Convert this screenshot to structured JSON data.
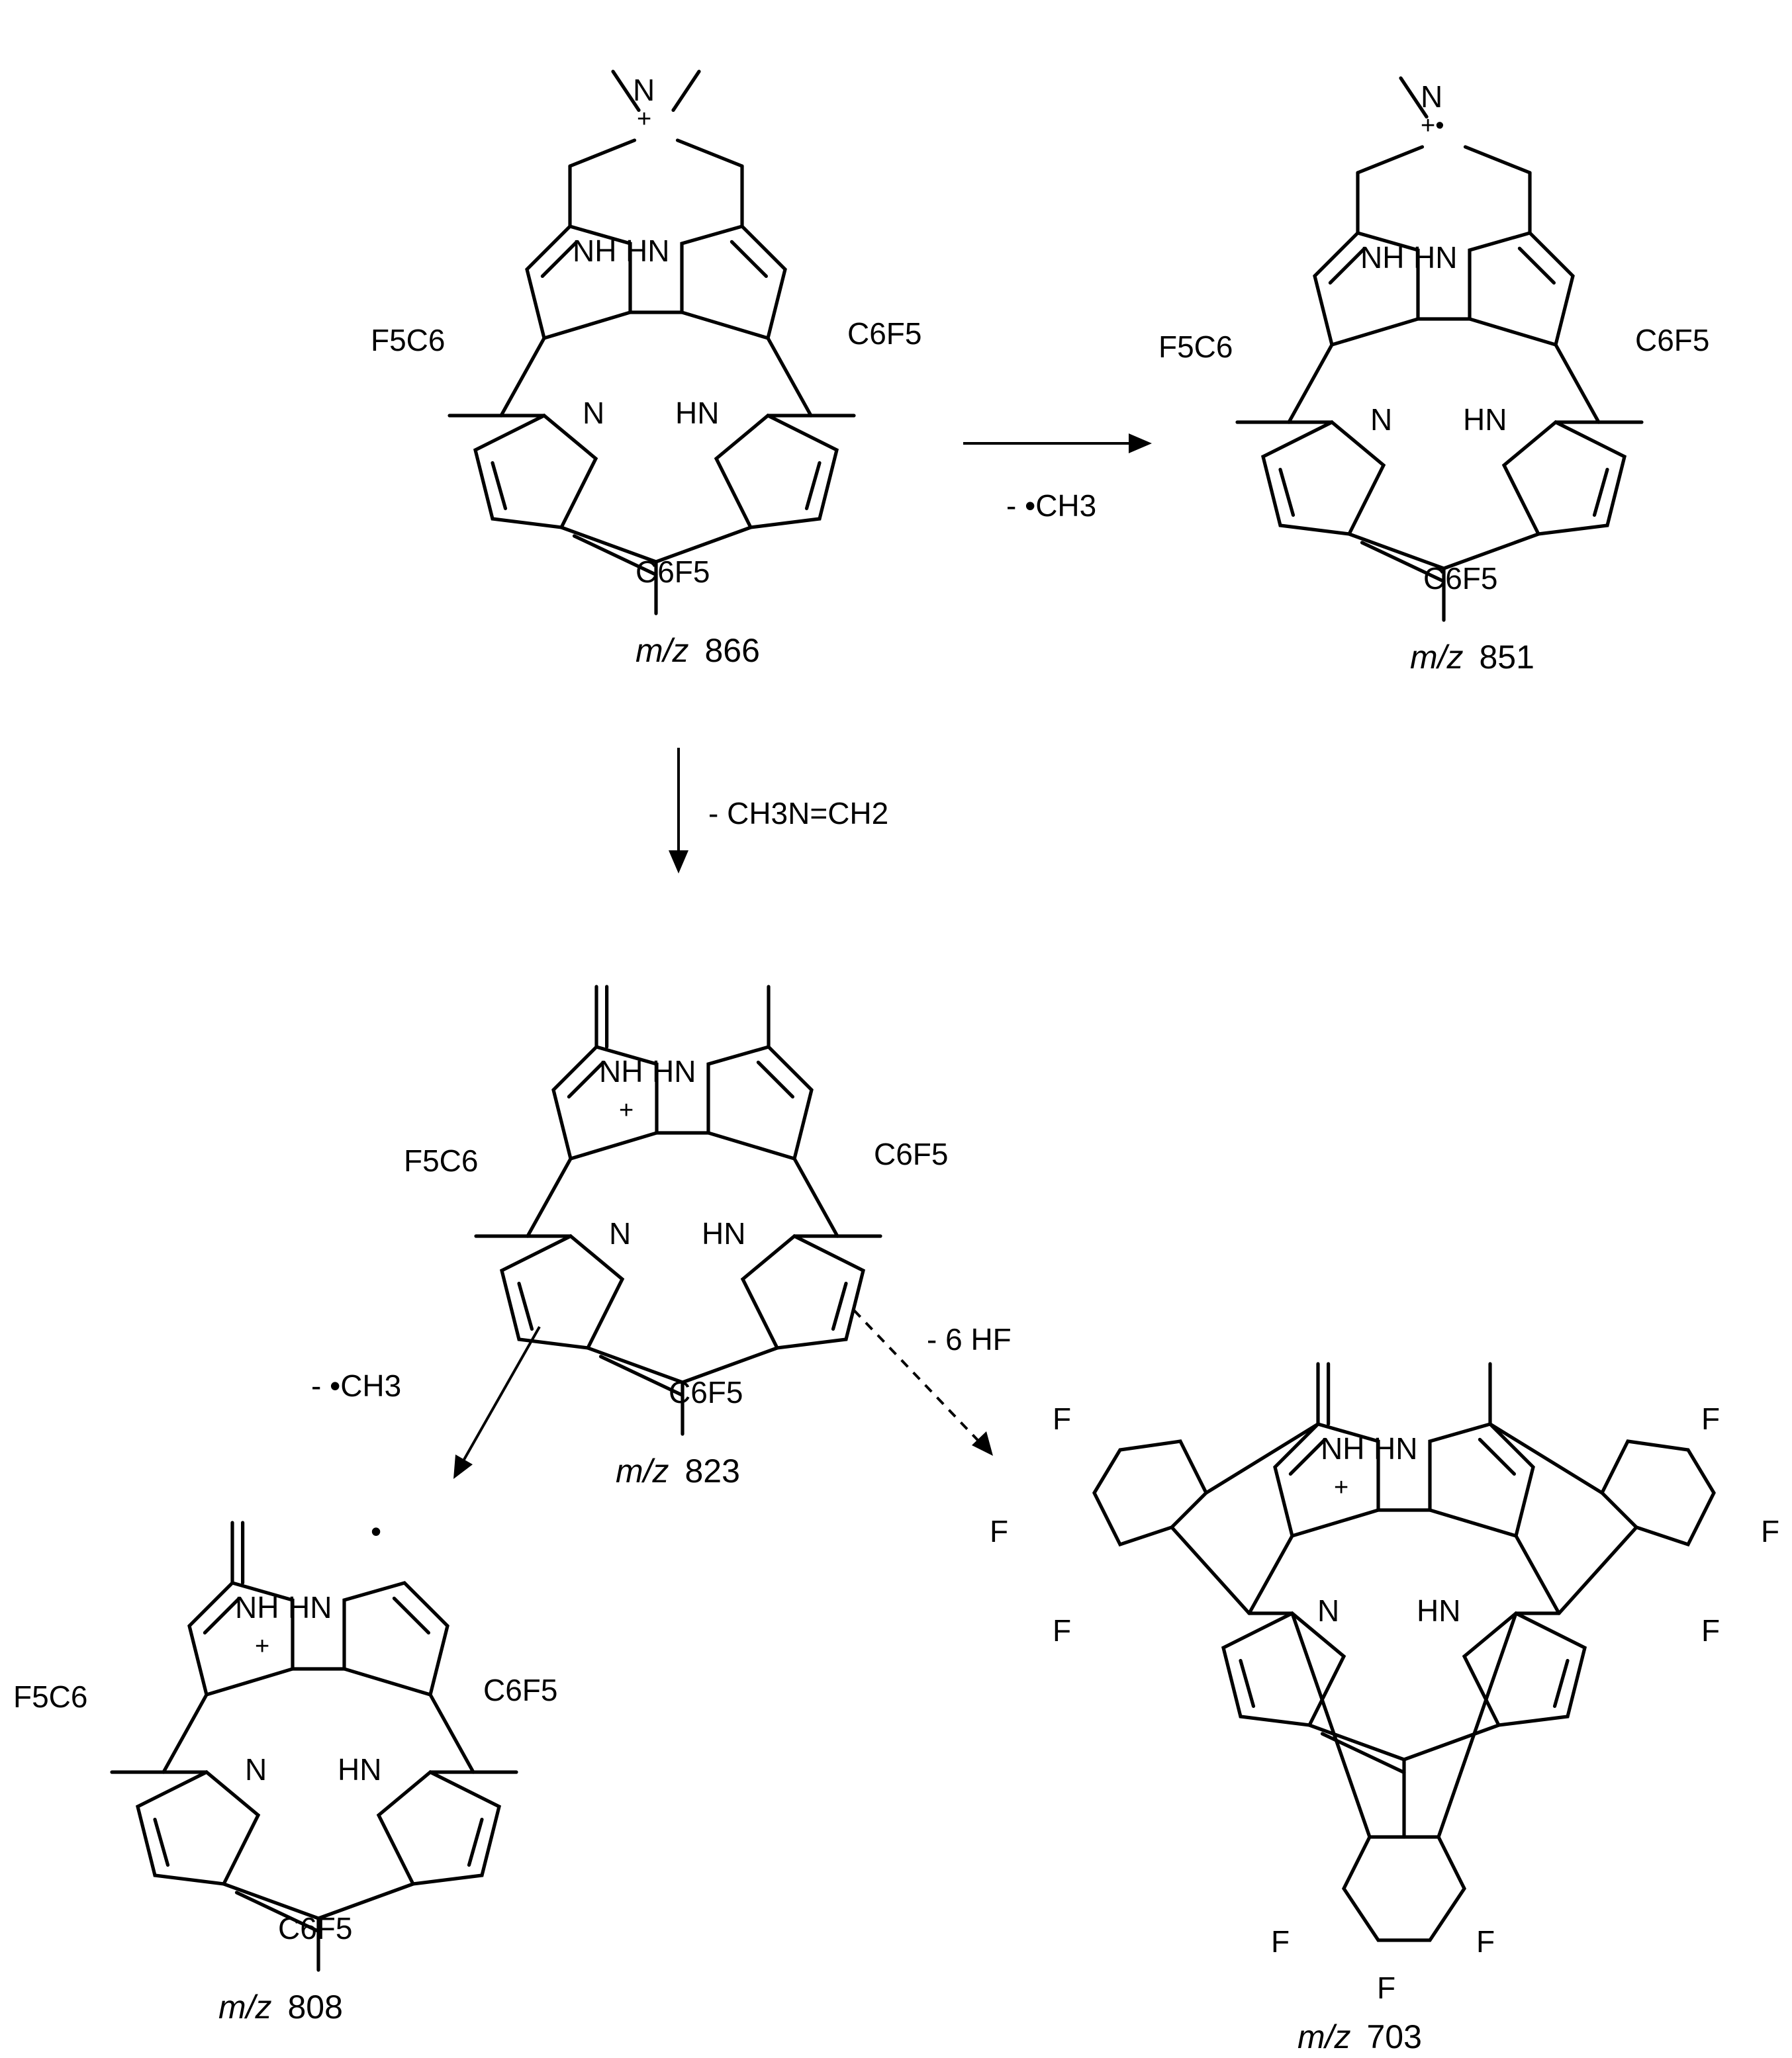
{
  "molecules": [
    {
      "id": "m866",
      "mz_label_prefix": "m/z",
      "mz_value": "866",
      "labels": {
        "amine_N": "N",
        "amine_charge": "+",
        "inner_nh": "NH",
        "inner_hn": "HN",
        "n_bottom_left": "N",
        "hn_bottom_right": "HN",
        "subst_left": "F5C6",
        "subst_right": "C6F5",
        "subst_bottom": "C6F5"
      }
    },
    {
      "id": "m851",
      "mz_label_prefix": "m/z",
      "mz_value": "851",
      "labels": {
        "amine_N": "N",
        "amine_charge": "+•",
        "inner_nh": "NH",
        "inner_hn": "HN",
        "n_bottom_left": "N",
        "hn_bottom_right": "HN",
        "subst_left": "F5C6",
        "subst_right": "C6F5",
        "subst_bottom": "C6F5"
      }
    },
    {
      "id": "m823",
      "mz_label_prefix": "m/z",
      "mz_value": "823",
      "labels": {
        "inner_nh": "NH",
        "inner_hn": "HN",
        "nh_charge": "+",
        "n_bottom_left": "N",
        "hn_bottom_right": "HN",
        "subst_left": "F5C6",
        "subst_right": "C6F5",
        "subst_bottom": "C6F5"
      }
    },
    {
      "id": "m808",
      "mz_label_prefix": "m/z",
      "mz_value": "808",
      "labels": {
        "radical": "•",
        "inner_nh": "NH",
        "inner_hn": "HN",
        "nh_charge": "+",
        "n_bottom_left": "N",
        "hn_bottom_right": "HN",
        "subst_left": "F5C6",
        "subst_right": "C6F5",
        "subst_bottom": "C6F5"
      }
    },
    {
      "id": "m703",
      "mz_label_prefix": "m/z",
      "mz_value": "703",
      "labels": {
        "inner_nh": "NH",
        "inner_hn": "HN",
        "nh_charge": "+",
        "n_bottom_left": "N",
        "hn_bottom_right": "HN",
        "fluorine": "F"
      }
    }
  ],
  "reactions": [
    {
      "id": "r1",
      "from": "m866",
      "to": "m851",
      "loss": "- •CH3",
      "style": "solid"
    },
    {
      "id": "r2",
      "from": "m866",
      "to": "m823",
      "loss": "- CH3N=CH2",
      "style": "solid"
    },
    {
      "id": "r3",
      "from": "m823",
      "to": "m808",
      "loss": "- •CH3",
      "style": "solid"
    },
    {
      "id": "r4",
      "from": "m823",
      "to": "m703",
      "loss": "- 6 HF",
      "style": "dashed"
    }
  ]
}
